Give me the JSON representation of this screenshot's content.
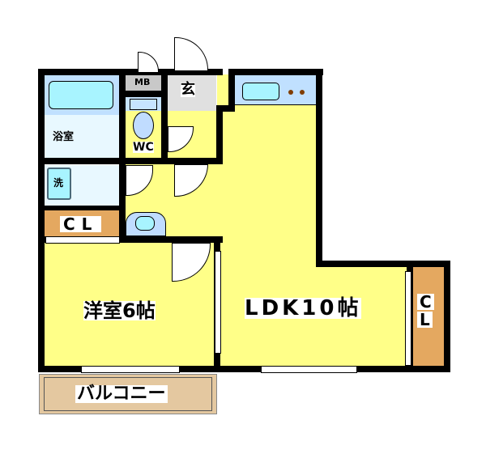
{
  "floorplan": {
    "rooms": {
      "bath": {
        "label": "浴室",
        "color": "#e8f8ff"
      },
      "washroom": {
        "label": "洗",
        "color": "#e8f8ff"
      },
      "meter_box": {
        "label": "MB",
        "color": "#c8c8c8"
      },
      "toilet": {
        "label": "WC",
        "color": "#c6e4ff"
      },
      "entrance": {
        "label": "玄",
        "color": "#e0e0e0"
      },
      "closet_west": {
        "label": "CL",
        "color": "#e4a860"
      },
      "western_room": {
        "label": "洋室6帖",
        "color": "#ffff88"
      },
      "ldk": {
        "label": "LDK10帖",
        "color": "#ffff88"
      },
      "closet_east": {
        "label_top": "C",
        "label_bottom": "L",
        "color": "#e4a860"
      },
      "balcony": {
        "label": "バルコニー",
        "color": "#e4c8a0"
      }
    },
    "fixtures": {
      "bathtub_color": "#a8f4ff",
      "kitchen_counter_color": "#c0e0ff",
      "stove_burner_color": "#803c00"
    }
  }
}
